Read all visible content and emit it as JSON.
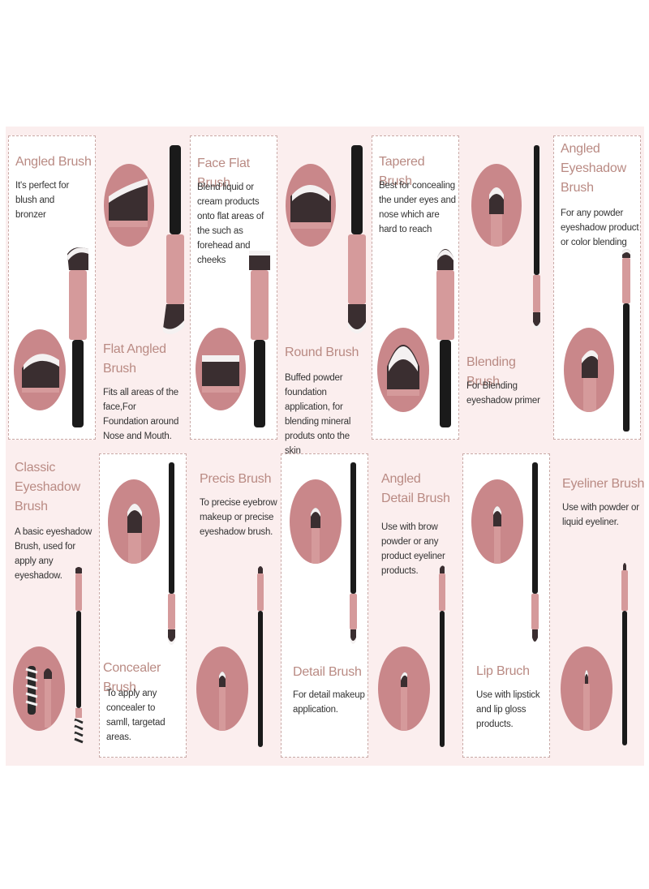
{
  "brushes": [
    {
      "title": "Angled Brush",
      "desc": "It's perfect for blush and bronzer"
    },
    {
      "title": "Flat Angled Brush",
      "desc": "Fits all areas of the face,For Foundation around Nose and Mouth."
    },
    {
      "title": "Face Flat Brush",
      "desc": "Blend liquid or cream products onto flat areas of the such as forehead and cheeks"
    },
    {
      "title": "Round Brush",
      "desc": "Buffed powder foundation application, for blending mineral produts onto the skin"
    },
    {
      "title": "Tapered Brush",
      "desc": "Best for concealing the under eyes and nose which are hard to reach"
    },
    {
      "title": "Blending Brush",
      "desc": "For Blending eyeshadow primer"
    },
    {
      "title": "Angled Eyeshadow Brush",
      "desc": "For any powder eyeshadow product or color blending"
    },
    {
      "title": "Classic Eyeshadow Brush",
      "desc": "A basic eyeshadow Brush, used for apply any eyeshadow."
    },
    {
      "title": "Concealer Brush",
      "desc": "To apply any concealer to samll, targetad areas."
    },
    {
      "title": "Precis Brush",
      "desc": "To precise eyebrow makeup or precise eyeshadow brush."
    },
    {
      "title": "Detail Brush",
      "desc": "For detail makeup application."
    },
    {
      "title": "Angled Detail Brush",
      "desc": "Use with brow powder or any product eyeliner products."
    },
    {
      "title": "Lip Bruch",
      "desc": "Use with lipstick and lip gloss products."
    },
    {
      "title": "Eyeliner Brush",
      "desc": "Use with powder or liquid eyeliner."
    }
  ],
  "colors": {
    "accent": "#b98a83",
    "circle": "#c9878a",
    "ferrule": "#d59a9b",
    "handle": "#1a1a1a",
    "panel": "#fbeeee"
  }
}
